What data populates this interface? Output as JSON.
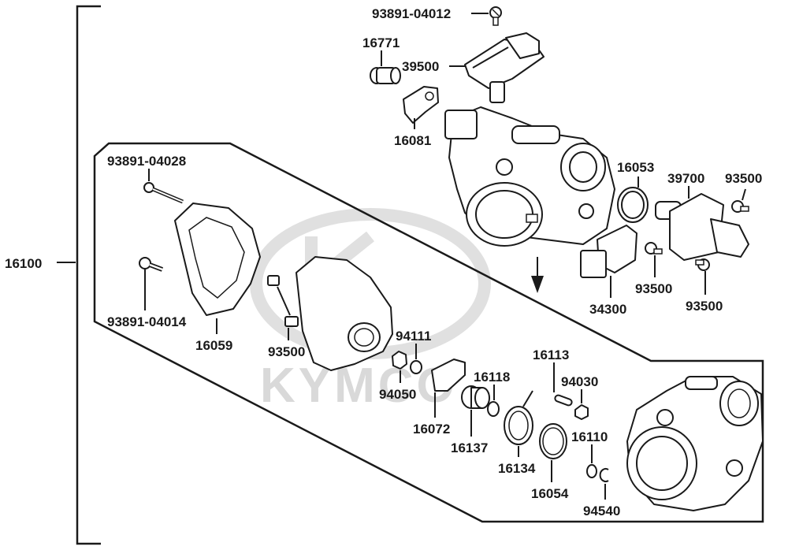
{
  "diagram": {
    "watermark": "KYMCO",
    "assembly_label": "16100",
    "parts": [
      {
        "id": "p-93891-04012",
        "label": "93891-04012"
      },
      {
        "id": "p-16771",
        "label": "16771"
      },
      {
        "id": "p-39500",
        "label": "39500"
      },
      {
        "id": "p-16081",
        "label": "16081"
      },
      {
        "id": "p-93891-04028",
        "label": "93891-04028"
      },
      {
        "id": "p-16053",
        "label": "16053"
      },
      {
        "id": "p-39700",
        "label": "39700"
      },
      {
        "id": "p-93500-a",
        "label": "93500"
      },
      {
        "id": "p-93500-b",
        "label": "93500"
      },
      {
        "id": "p-34300",
        "label": "34300"
      },
      {
        "id": "p-93500-c",
        "label": "93500"
      },
      {
        "id": "p-93891-04014",
        "label": "93891-04014"
      },
      {
        "id": "p-16059",
        "label": "16059"
      },
      {
        "id": "p-93500-d",
        "label": "93500"
      },
      {
        "id": "p-94111",
        "label": "94111"
      },
      {
        "id": "p-94050",
        "label": "94050"
      },
      {
        "id": "p-16072",
        "label": "16072"
      },
      {
        "id": "p-16113",
        "label": "16113"
      },
      {
        "id": "p-16118",
        "label": "16118"
      },
      {
        "id": "p-94030",
        "label": "94030"
      },
      {
        "id": "p-16137",
        "label": "16137"
      },
      {
        "id": "p-16134",
        "label": "16134"
      },
      {
        "id": "p-16110",
        "label": "16110"
      },
      {
        "id": "p-16054",
        "label": "16054"
      },
      {
        "id": "p-94540",
        "label": "94540"
      }
    ]
  }
}
